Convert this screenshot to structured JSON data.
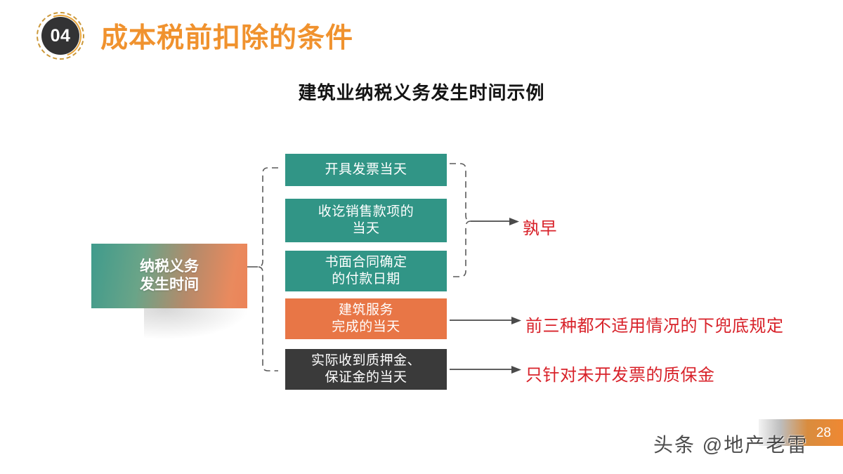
{
  "header": {
    "badge_number": "04",
    "title": "成本税前扣除的条件",
    "title_color": "#F0922E"
  },
  "subtitle": "建筑业纳税义务发生时间示例",
  "diagram": {
    "source": {
      "label_line1": "纳税义务",
      "label_line2": "发生时间",
      "gradient_from": "#3f9b8c",
      "gradient_to": "#ec8358"
    },
    "items": [
      {
        "text": "开具发票当天",
        "color": "#319586"
      },
      {
        "text": "收讫销售款项的\n当天",
        "color": "#319586"
      },
      {
        "text": "书面合同确定\n的付款日期",
        "color": "#319586"
      },
      {
        "text": "建筑服务\n完成的当天",
        "color": "#E87646"
      },
      {
        "text": "实际收到质押金、\n保证金的当天",
        "color": "#3A3A3A"
      }
    ],
    "notes": [
      {
        "text": "孰早",
        "color": "#D8222A"
      },
      {
        "text": "前三种都不适用情况的下兜底规定",
        "color": "#D8222A"
      },
      {
        "text": "只针对未开发票的质保金",
        "color": "#D8222A"
      }
    ]
  },
  "footer": {
    "page_number": "28",
    "watermark": "头条 @地产老雷"
  }
}
